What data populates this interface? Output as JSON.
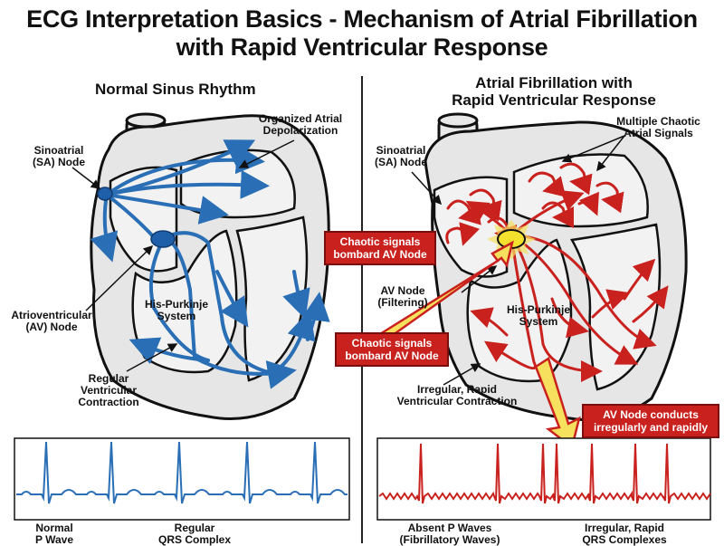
{
  "title_line1": "ECG Interpretation Basics - Mechanism of Atrial Fibrillation",
  "title_line2": "with Rapid Ventricular Response",
  "left": {
    "heading": "Normal Sinus Rhythm",
    "sa_node": [
      "Sinoatrial",
      "(SA) Node"
    ],
    "organized": [
      "Organized Atrial",
      "Depolarization"
    ],
    "av_node": [
      "Atrioventricular",
      "(AV) Node"
    ],
    "his": [
      "His-Purkinje",
      "System"
    ],
    "ventricular": [
      "Regular",
      "Ventricular",
      "Contraction"
    ],
    "ecg_label1": [
      "Normal",
      "P Wave"
    ],
    "ecg_label2": [
      "Regular",
      "QRS Complex"
    ]
  },
  "right": {
    "heading": [
      "Atrial Fibrillation with",
      "Rapid Ventricular Response"
    ],
    "sa_node": [
      "Sinoatrial",
      "(SA) Node"
    ],
    "chaotic": [
      "Multiple Chaotic",
      "Atrial Signals"
    ],
    "av_node": [
      "AV Node",
      "(Filtering)"
    ],
    "his": [
      "His-Purkinje",
      "System"
    ],
    "ventricular": [
      "Irregular, Rapid",
      "Ventricular Contraction"
    ],
    "ecg_label1": [
      "Absent P Waves",
      "(Fibrillatory Waves)"
    ],
    "ecg_label2": [
      "Irregular, Rapid",
      "QRS Complexes"
    ]
  },
  "callouts": {
    "bombard_top": [
      "Chaotic signals",
      "bombard AV Node"
    ],
    "bombard_mid": [
      "Chaotic signals",
      "bombard AV Node"
    ],
    "conducts": [
      "AV Node conducts",
      "irregularly and rapidly"
    ]
  },
  "colors": {
    "normal": "#2a6fb5",
    "afib": "#c9211e",
    "arrow_yellow": "#f6e05e"
  }
}
